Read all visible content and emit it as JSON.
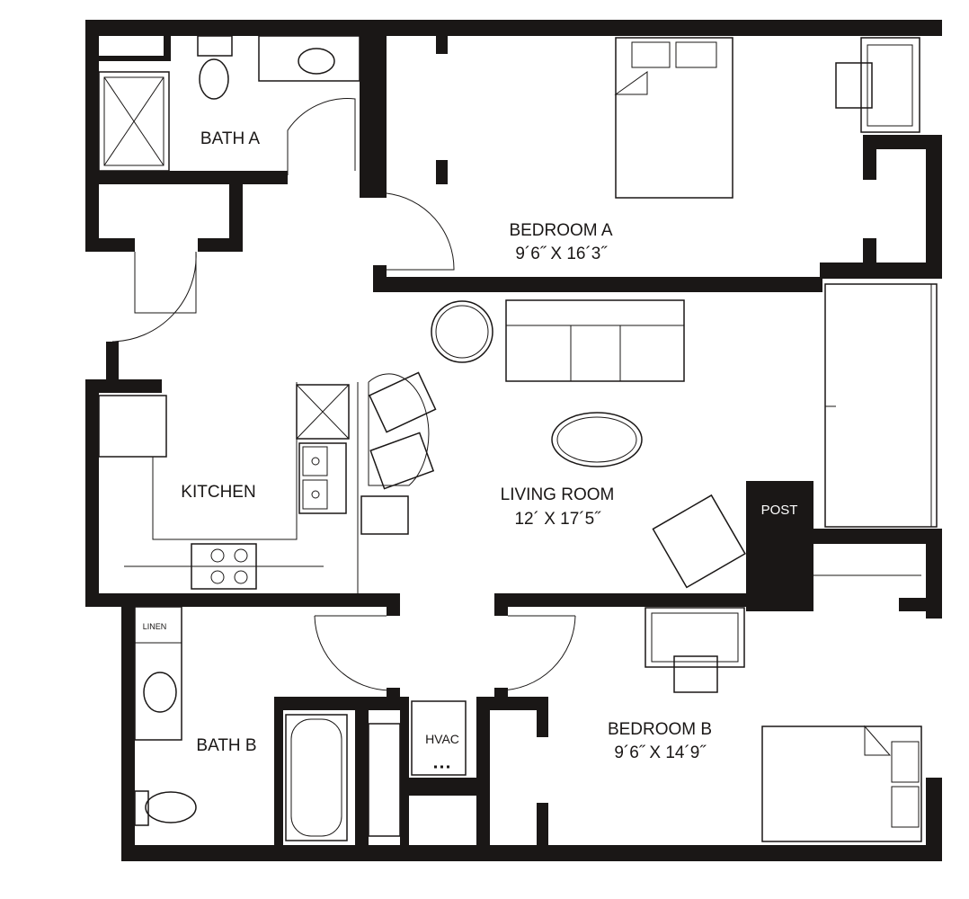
{
  "rooms": {
    "bath_a": {
      "name": "BATH A"
    },
    "bedroom_a": {
      "name": "BEDROOM A",
      "size": "9´6˝ X 16´3˝"
    },
    "kitchen": {
      "name": "KITCHEN"
    },
    "living_room": {
      "name": "LIVING ROOM",
      "size": "12´ X 17´5˝"
    },
    "bath_b": {
      "name": "BATH B"
    },
    "bedroom_b": {
      "name": "BEDROOM B",
      "size": "9´6˝ X 14´9˝"
    }
  },
  "labels": {
    "post": "POST",
    "linen": "LINEN",
    "hvac": "HVAC"
  },
  "colors": {
    "wall": "#1a1716",
    "background": "#ffffff"
  }
}
